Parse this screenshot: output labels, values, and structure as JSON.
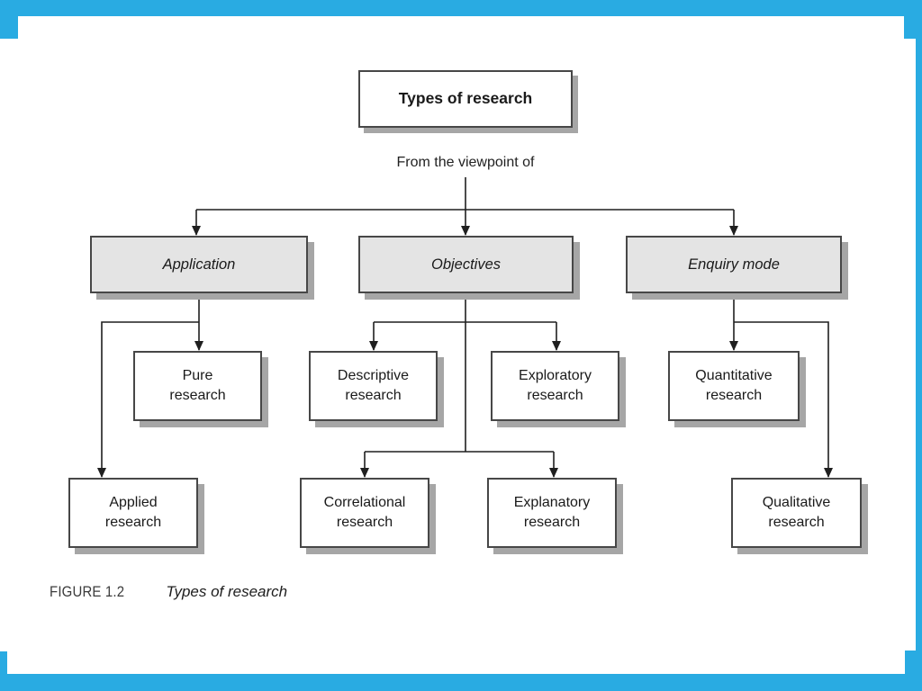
{
  "frame": {
    "accent_color": "#29abe2",
    "paper_color": "#ffffff"
  },
  "diagram": {
    "root_label": "Types of research",
    "viewpoint_label": "From the viewpoint of",
    "level2": {
      "application": "Application",
      "objectives": "Objectives",
      "enquiry": "Enquiry mode"
    },
    "level3": {
      "pure": "Pure\nresearch",
      "applied": "Applied\nresearch",
      "descriptive": "Descriptive\nresearch",
      "exploratory": "Exploratory\nresearch",
      "correlational": "Correlational\nresearch",
      "explanatory": "Explanatory\nresearch",
      "quantitative": "Quantitative\nresearch",
      "qualitative": "Qualitative\nresearch"
    },
    "line_color": "#1f1f1f"
  },
  "caption": {
    "figure_label": "FIGURE 1.2",
    "figure_title": "Types of research"
  }
}
